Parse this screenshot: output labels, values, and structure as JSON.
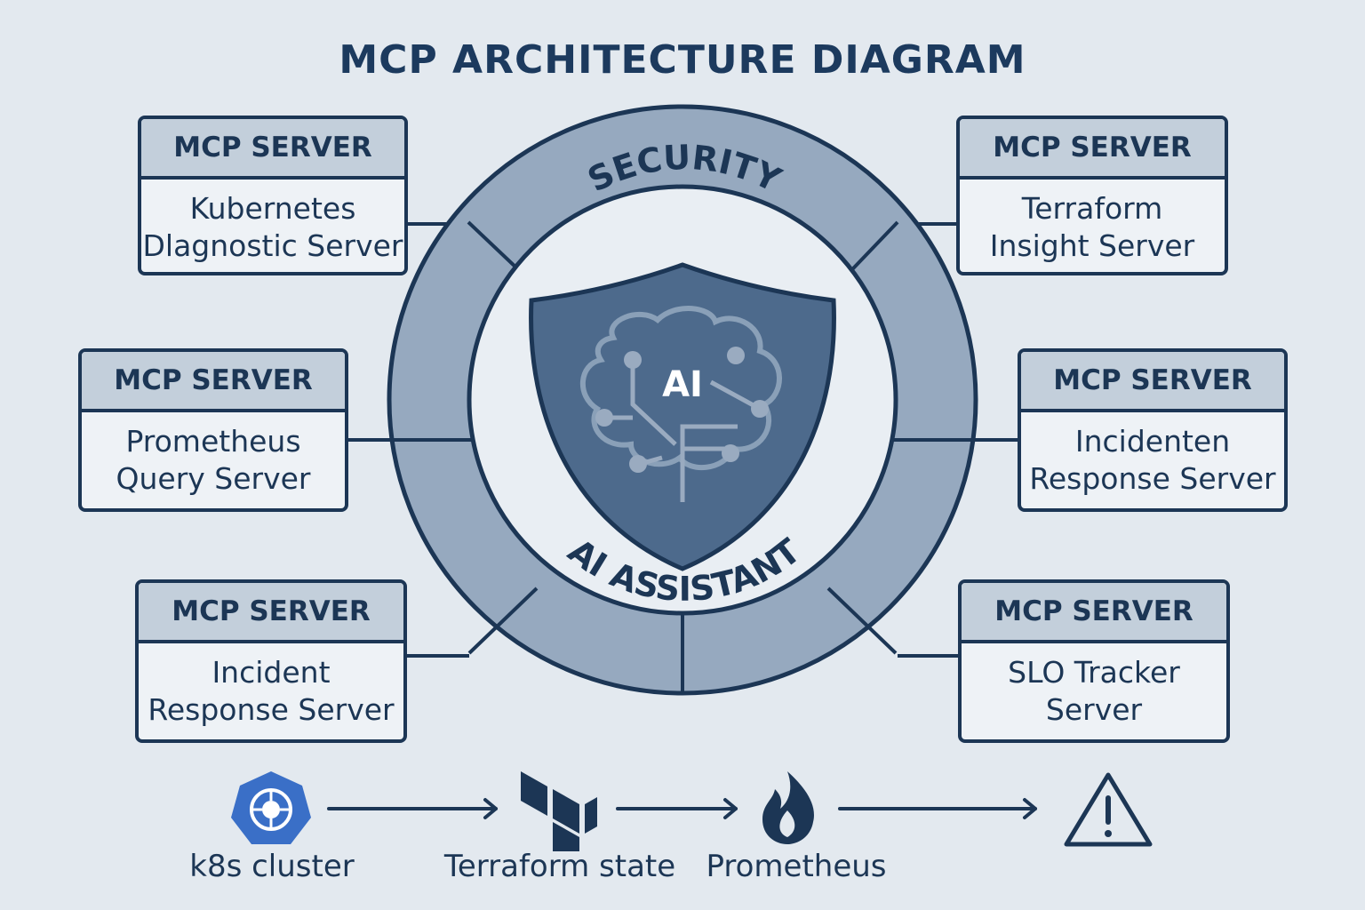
{
  "title": "MCP ARCHITECTURE DIAGRAM",
  "ring": {
    "outer_label": "SECURITY",
    "inner_label": "AI ASSISTANT",
    "core_label": "AI"
  },
  "servers": [
    {
      "header": "MCP SERVER",
      "line1": "Kubernetes",
      "line2": "Dlagnostic Server"
    },
    {
      "header": "MCP SERVER",
      "line1": "Terraform",
      "line2": "Insight Server"
    },
    {
      "header": "MCP SERVER",
      "line1": "Prometheus",
      "line2": "Query Server"
    },
    {
      "header": "MCP SERVER",
      "line1": "Incidenten",
      "line2": "Response Server"
    },
    {
      "header": "MCP SERVER",
      "line1": "Incident",
      "line2": "Response Server"
    },
    {
      "header": "MCP SERVER",
      "line1": "SLO Tracker",
      "line2": "Server"
    }
  ],
  "pipeline": [
    {
      "label": "k8s cluster",
      "icon": "kubernetes-icon"
    },
    {
      "label": "Terraform state",
      "icon": "terraform-icon"
    },
    {
      "label": "Prometheus",
      "icon": "prometheus-flame-icon"
    },
    {
      "label": "",
      "icon": "warning-icon"
    }
  ],
  "colors": {
    "navy": "#1c3655",
    "ring_fill": "#96a9bf",
    "shield_fill": "#4d6a8c",
    "background": "#e3e9ef",
    "kubernetes_blue": "#3a6fc7"
  }
}
